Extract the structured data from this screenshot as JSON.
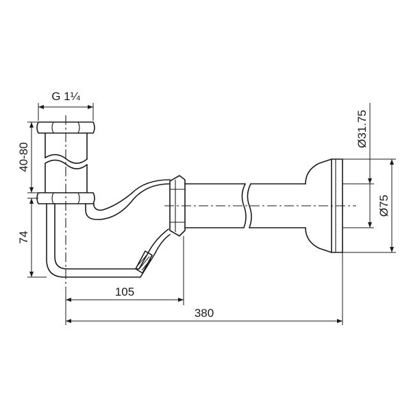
{
  "drawing": {
    "subject": "siphon-tube-trap",
    "line_color": "#1a1a1a",
    "background": "#ffffff",
    "dimensions": {
      "thread": "G 1¼",
      "height_range": "40-80",
      "height_lower": "74",
      "offset": "105",
      "total_length": "380",
      "tube_diameter": "Ø31.75",
      "flange_diameter": "Ø75"
    }
  }
}
